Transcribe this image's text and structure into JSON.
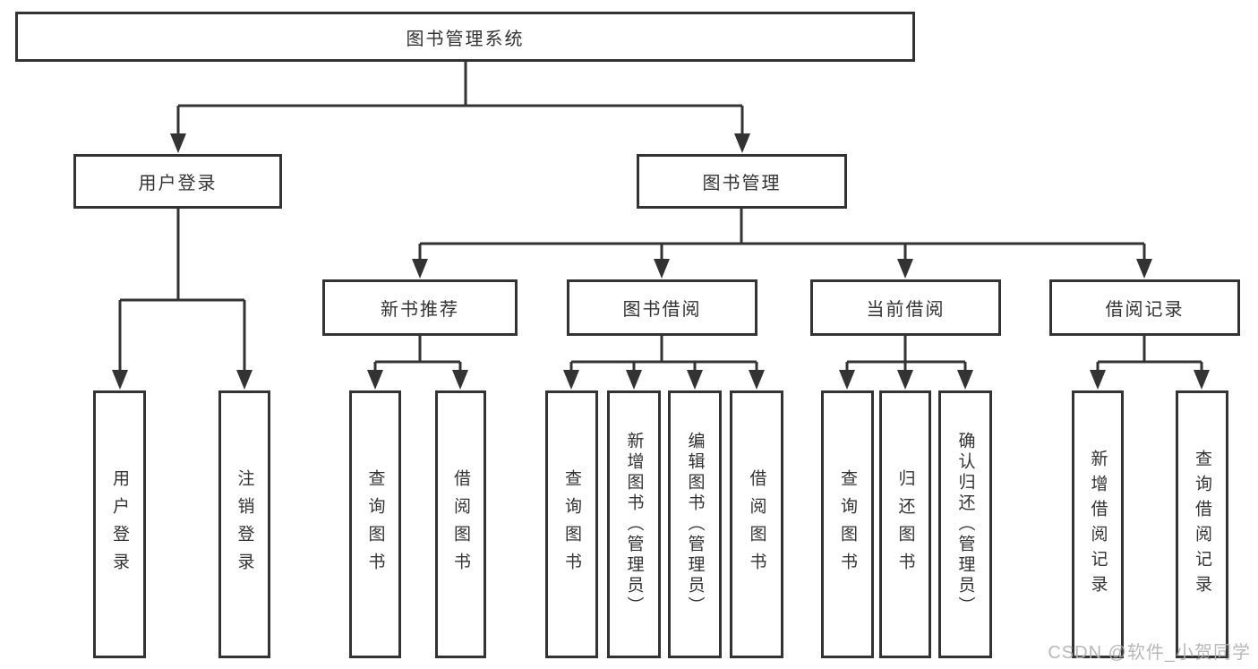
{
  "diagram": {
    "root": "图书管理系统",
    "line_color": "#333333",
    "branches": [
      {
        "label": "用户登录",
        "leaves": [
          "用户登录",
          "注销登录"
        ]
      },
      {
        "label": "图书管理",
        "groups": [
          {
            "label": "新书推荐",
            "leaves": [
              "查询图书",
              "借阅图书"
            ]
          },
          {
            "label": "图书借阅",
            "leaves": [
              "查询图书",
              "新增图书（管理员）",
              "编辑图书（管理员）",
              "借阅图书"
            ]
          },
          {
            "label": "当前借阅",
            "leaves": [
              "查询图书",
              "归还图书",
              "确认归还（管理员）"
            ]
          },
          {
            "label": "借阅记录",
            "leaves": [
              "新增借阅记录",
              "查询借阅记录"
            ]
          }
        ]
      }
    ]
  },
  "watermark": {
    "text": "CSDN @软件_小贺同学",
    "color": "#b2b2b2"
  }
}
